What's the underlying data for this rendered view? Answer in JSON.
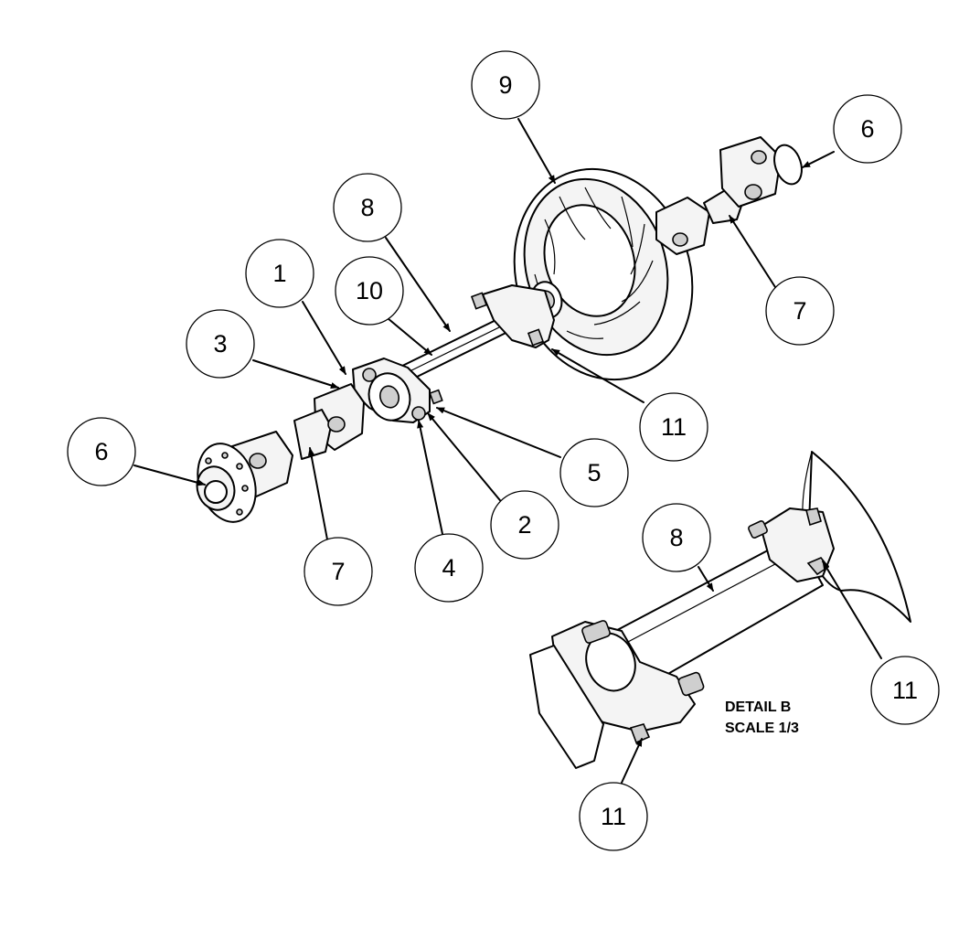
{
  "balloons": {
    "b9": "9",
    "b6_top": "6",
    "b8_top": "8",
    "b1": "1",
    "b10": "10",
    "b7_right": "7",
    "b3": "3",
    "b11_top": "11",
    "b6_left": "6",
    "b5": "5",
    "b2": "2",
    "b7_left": "7",
    "b4": "4",
    "b8_detail": "8",
    "b11_detail_right": "11",
    "b11_detail_bottom": "11"
  },
  "detail": {
    "title": "DETAIL  B",
    "scale": "SCALE 1/3"
  }
}
